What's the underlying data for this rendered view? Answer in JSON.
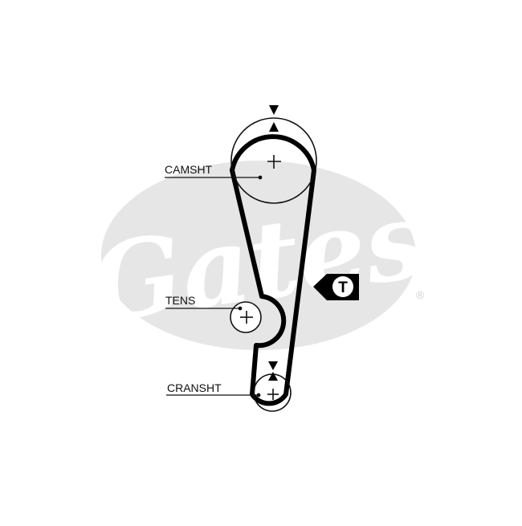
{
  "logo": {
    "brand_text": "Gates",
    "registered_mark": "®",
    "watermark_color": "#e6e6e6",
    "logo_text_color": "#ffffff"
  },
  "labels": {
    "camshaft": "CAMSHT",
    "tensioner": "TENS",
    "crankshaft": "CRANSHT"
  },
  "tension_badge": {
    "letter": "T",
    "icon": "tension-pointer-icon"
  },
  "colors": {
    "belt": "#000000",
    "pulley_outline": "#111111",
    "label_text": "#111111"
  }
}
